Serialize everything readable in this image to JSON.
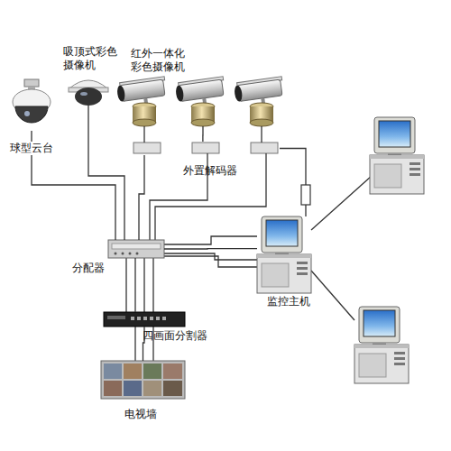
{
  "diagram": {
    "nodes": [
      {
        "text": [
          "球型云台"
        ]
      },
      {
        "text": [
          "吸顶式彩色摄像机"
        ]
      },
      {
        "text": [
          "红外一体化彩色摄像机"
        ]
      },
      {
        "text": [
          "外置解码器"
        ]
      },
      {
        "text": [
          "分配器"
        ]
      },
      {
        "text": [
          "监控主机"
        ]
      },
      {
        "text": [
          "四画面分割器"
        ]
      },
      {
        "text": [
          "电视墙"
        ]
      }
    ],
    "edges": [
      {
        "from": 0,
        "to": 4,
        "arrow": "none"
      },
      {
        "from": 1,
        "to": 4,
        "arrow": "none"
      },
      {
        "from": 2,
        "to": 3,
        "arrow": "none"
      },
      {
        "from": 3,
        "to": 4,
        "arrow": "none"
      },
      {
        "from": 3,
        "to": 5,
        "arrow": "none"
      },
      {
        "from": 4,
        "to": 5,
        "arrow": "none"
      },
      {
        "from": 4,
        "to": 6,
        "arrow": "none"
      },
      {
        "from": 6,
        "to": 7,
        "arrow": "none"
      }
    ]
  }
}
